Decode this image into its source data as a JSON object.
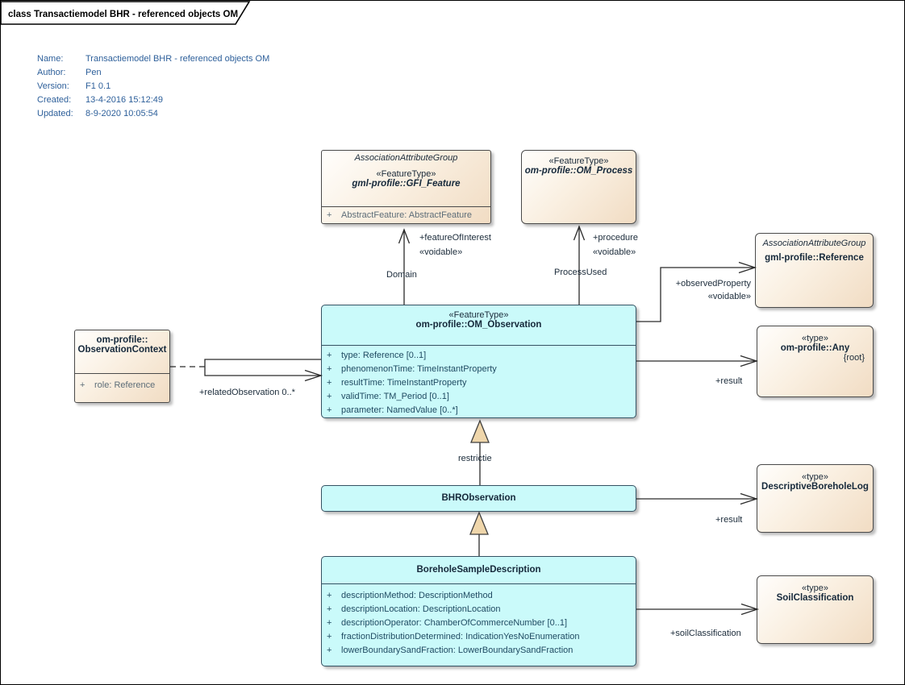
{
  "diagram": {
    "tab_title": "class Transactiemodel BHR - referenced objects OM",
    "colors": {
      "class_fill_cyan": "#CAFAFA",
      "class_fill_cream": "#F1DCC3",
      "generalization_arrow_fill": "#EFD6AB",
      "metadata_text_blue": "#2D5F9A",
      "attribute_text_cyan_box": "#1F4A62",
      "attribute_text_cream_box": "#5D6D78"
    }
  },
  "metadata": {
    "rows": [
      {
        "label": "Name:",
        "value": "Transactiemodel BHR - referenced objects OM"
      },
      {
        "label": "Author:",
        "value": "Pen"
      },
      {
        "label": "Version:",
        "value": "F1 0.1"
      },
      {
        "label": "Created:",
        "value": "13-4-2016 15:12:49"
      },
      {
        "label": "Updated:",
        "value": "8-9-2020 10:05:54"
      }
    ]
  },
  "classes": {
    "gfi_feature": {
      "group": "AssociationAttributeGroup",
      "stereotype": "«FeatureType»",
      "name": "gml-profile::GFI_Feature",
      "attributes": [
        {
          "vis": "+",
          "text": "AbstractFeature: AbstractFeature"
        }
      ]
    },
    "om_process": {
      "stereotype": "«FeatureType»",
      "name": "om-profile::OM_Process"
    },
    "reference": {
      "group": "AssociationAttributeGroup",
      "name": "gml-profile::Reference"
    },
    "om_observation": {
      "stereotype": "«FeatureType»",
      "name": "om-profile::OM_Observation",
      "attributes": [
        {
          "vis": "+",
          "text": "type: Reference [0..1]"
        },
        {
          "vis": "+",
          "text": "phenomenonTime: TimeInstantProperty"
        },
        {
          "vis": "+",
          "text": "resultTime: TimeInstantProperty"
        },
        {
          "vis": "+",
          "text": "validTime: TM_Period [0..1]"
        },
        {
          "vis": "+",
          "text": "parameter: NamedValue [0..*]"
        }
      ]
    },
    "observation_context": {
      "name_line1": "om-profile::",
      "name_line2": "ObservationContext",
      "attributes": [
        {
          "vis": "+",
          "text": "role: Reference"
        }
      ]
    },
    "any": {
      "stereotype": "«type»",
      "name": "om-profile::Any",
      "constraint": "{root}"
    },
    "bhr_observation": {
      "name": "BHRObservation"
    },
    "descriptive_borehole_log": {
      "stereotype": "«type»",
      "name": "DescriptiveBoreholeLog"
    },
    "borehole_sample_description": {
      "name": "BoreholeSampleDescription",
      "attributes": [
        {
          "vis": "+",
          "text": "descriptionMethod: DescriptionMethod"
        },
        {
          "vis": "+",
          "text": "descriptionLocation: DescriptionLocation"
        },
        {
          "vis": "+",
          "text": "descriptionOperator: ChamberOfCommerceNumber [0..1]"
        },
        {
          "vis": "+",
          "text": "fractionDistributionDetermined: IndicationYesNoEnumeration"
        },
        {
          "vis": "+",
          "text": "lowerBoundarySandFraction: LowerBoundarySandFraction"
        }
      ]
    },
    "soil_classification": {
      "stereotype": "«type»",
      "name": "SoilClassification"
    }
  },
  "connectors": {
    "feature_of_interest": {
      "role": "+featureOfInterest",
      "stereotype": "«voidable»",
      "name": "Domain"
    },
    "procedure": {
      "role": "+procedure",
      "stereotype": "«voidable»",
      "name": "ProcessUsed"
    },
    "observed_property": {
      "role": "+observedProperty",
      "stereotype": "«voidable»"
    },
    "result_observation": {
      "role": "+result"
    },
    "related_observation": {
      "role": "+relatedObservation 0..*"
    },
    "restrictie": {
      "name": "restrictie"
    },
    "result_bhr": {
      "role": "+result"
    },
    "soil_classification_role": {
      "role": "+soilClassification"
    }
  }
}
